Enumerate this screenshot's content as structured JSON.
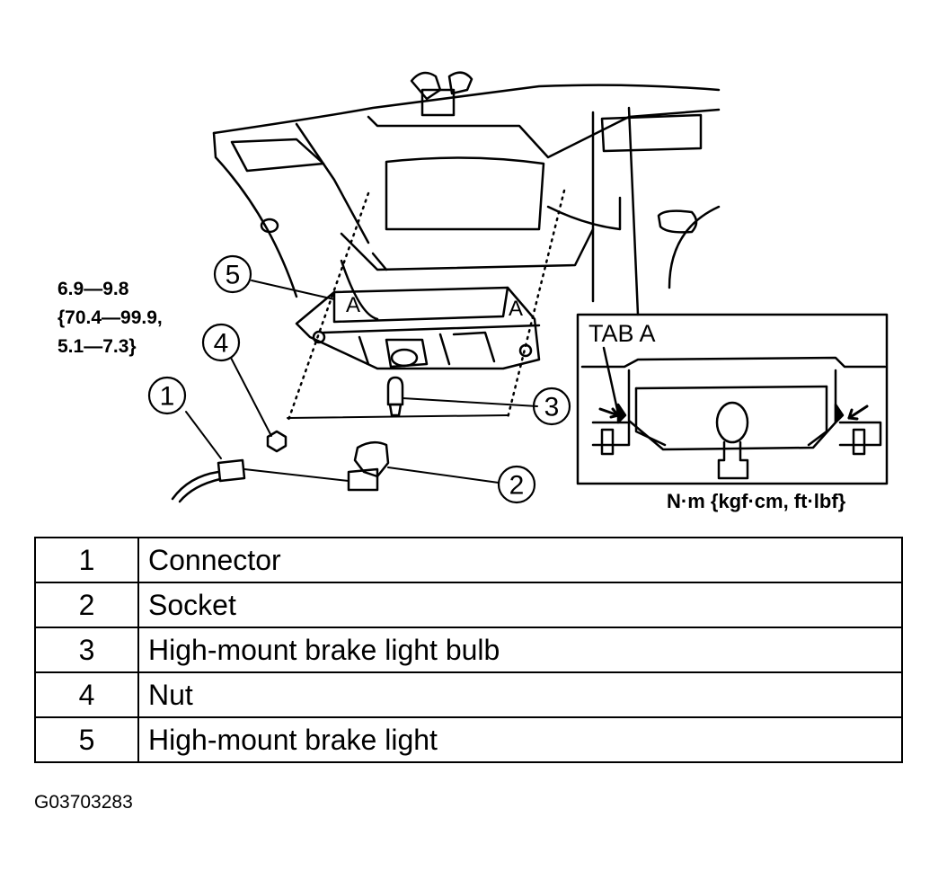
{
  "torque": {
    "line1": "6.9—9.8",
    "line2": "{70.4—99.9,",
    "line3": "5.1—7.3}"
  },
  "callouts": [
    "1",
    "2",
    "3",
    "4",
    "5"
  ],
  "tab_a_label": "TAB A",
  "tab_letter": "A",
  "units": "N·m {kgf·cm, ft·lbf}",
  "legend": [
    {
      "num": "1",
      "desc": "Connector"
    },
    {
      "num": "2",
      "desc": "Socket"
    },
    {
      "num": "3",
      "desc": "High-mount brake light bulb"
    },
    {
      "num": "4",
      "desc": "Nut"
    },
    {
      "num": "5",
      "desc": "High-mount brake light"
    }
  ],
  "figure_code": "G03703283"
}
